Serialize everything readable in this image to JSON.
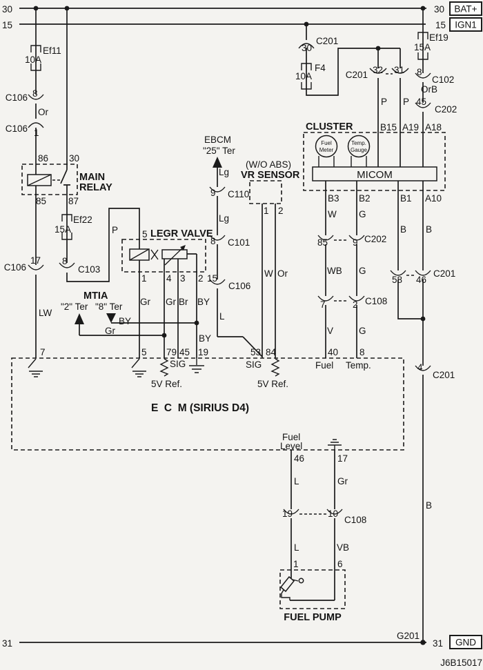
{
  "power": {
    "r30": "30",
    "r15": "15",
    "r31": "31",
    "bat": "BAT+",
    "ign1": "IGN1",
    "gnd": "GND",
    "g201": "G201"
  },
  "footer": {
    "doc_id": "J6B15017"
  },
  "fuses": {
    "ef11": {
      "id": "Ef11",
      "rating": "10A"
    },
    "ef22": {
      "id": "Ef22",
      "rating": "15A"
    },
    "ef19": {
      "id": "Ef19",
      "rating": "15A"
    },
    "f4": {
      "id": "F4",
      "rating": "10A"
    }
  },
  "relay": {
    "line1": "MAIN",
    "line2": "RELAY",
    "pin86": "86",
    "pin30": "30",
    "pin85": "85",
    "pin87": "87"
  },
  "egr_valve": {
    "title": "LEGR VALVE",
    "pin5": "5",
    "pin1": "1",
    "pin4": "4",
    "pin3": "3",
    "pin2": "2"
  },
  "mtia": {
    "title": "MTIA",
    "ter2": "\"2\" Ter",
    "ter8": "\"8\" Ter"
  },
  "ebcm": {
    "title": "EBCM",
    "terminal": "\"25\" Ter"
  },
  "vr_sensor": {
    "note": "(W/O ABS)",
    "title": "VR SENSOR",
    "pin1": "1",
    "pin2": "2"
  },
  "cluster": {
    "title": "CLUSTER",
    "micom": "MICOM",
    "fuel_gauge": [
      "Fuel",
      "Meter"
    ],
    "temp_gauge": [
      "Temp.",
      "Gauge"
    ],
    "pins_top": {
      "b15": "B15",
      "a19": "A19",
      "a18": "A18"
    },
    "pins_bottom": {
      "b3": "B3",
      "b2": "B2",
      "b1": "B1",
      "a10": "A10"
    }
  },
  "ecm": {
    "title": "E  C  M (SIRIUS D4)",
    "pin7": "7",
    "pin5": "5",
    "pin79": "79",
    "pin45": "45",
    "pin19": "19",
    "pin53": "53",
    "pin84": "84",
    "pin40": "40",
    "pin8": "8",
    "pin46": "46",
    "pin17": "17",
    "sig": "SIG",
    "ref5v": "5V Ref.",
    "fuel": "Fuel",
    "temp": "Temp.",
    "fuel_level": [
      "Fuel",
      "Level"
    ]
  },
  "fuel_pump": {
    "title": "FUEL PUMP",
    "pin1": "1",
    "pin6": "6"
  },
  "connectors": {
    "c106": "C106",
    "c103": "C103",
    "c110": "C110",
    "c101": "C101",
    "c201": "C201",
    "c202": "C202",
    "c102": "C102",
    "c108": "C108",
    "pins": {
      "c106_8": "8",
      "c106_1": "1",
      "c106_17": "17",
      "c103_8": "8",
      "c110_9": "9",
      "c101_8": "8",
      "c106_15": "15",
      "c201_30": "30",
      "c201_32": "32",
      "c201_31": "31",
      "c102_8": "8",
      "c202_45": "45",
      "c202_85": "85",
      "c202_9": "9",
      "c108_7": "7",
      "c108_2": "2",
      "c201_58": "58",
      "c201_46": "46",
      "c201_4": "4",
      "c108_19": "19",
      "c108_10": "10"
    }
  },
  "wire_colors": {
    "or": "Or",
    "orb": "OrB",
    "lw": "LW",
    "p": "P",
    "gr": "Gr",
    "br": "Br",
    "by": "BY",
    "lg": "Lg",
    "l": "L",
    "w": "W",
    "g": "G",
    "b": "B",
    "wb": "WB",
    "v": "V",
    "vb": "VB"
  }
}
